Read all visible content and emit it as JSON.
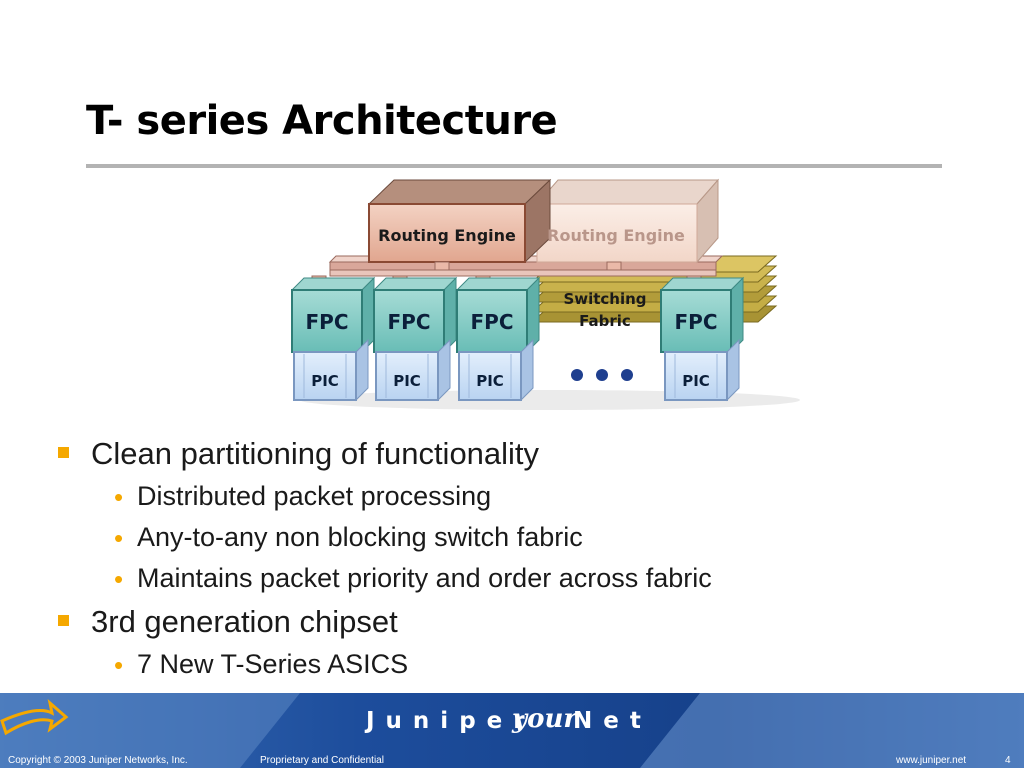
{
  "slide": {
    "title": "T- series Architecture"
  },
  "diagram": {
    "routing_engine_primary": "Routing Engine",
    "routing_engine_secondary": "Routing Engine",
    "switching_fabric_line1": "Switching",
    "switching_fabric_line2": "Fabric",
    "fpc_labels": [
      "FPC",
      "FPC",
      "FPC",
      "FPC"
    ],
    "pic_labels": [
      "PIC",
      "PIC",
      "PIC",
      "PIC"
    ]
  },
  "bullets": [
    {
      "text": "Clean partitioning of functionality",
      "subs": [
        "Distributed packet processing",
        "Any-to-any non blocking switch fabric",
        "Maintains packet priority and order across fabric"
      ]
    },
    {
      "text": "3rd generation chipset",
      "subs": [
        "7 New T-Series ASICS"
      ]
    }
  ],
  "footer": {
    "brand_left": "Juniper",
    "brand_your": "your",
    "brand_right": "Net",
    "copyright": "Copyright © 2003 Juniper Networks, Inc.",
    "confidential": "Proprietary and Confidential",
    "url": "www.juniper.net",
    "page_number": "4"
  },
  "colors": {
    "bullet_accent": "#f5a800",
    "footer_blue": "#1f4e9a",
    "routing_engine": "#e8b9a6",
    "fpc": "#7ec9c3",
    "pic": "#c6dcf5",
    "fabric": "#b9a23b"
  }
}
